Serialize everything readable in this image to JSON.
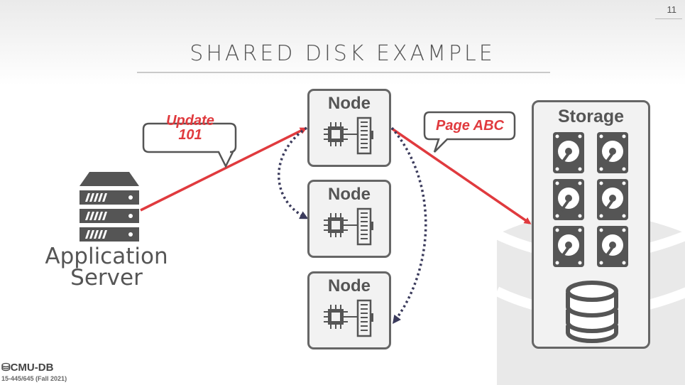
{
  "slide": {
    "number": "11",
    "title": "SHARED DISK EXAMPLE"
  },
  "app_server": {
    "label_line1": "Application",
    "label_line2": "Server",
    "icon": "server-rack-icon"
  },
  "nodes": [
    {
      "label": "Node",
      "icon": "cpu-memory-icon"
    },
    {
      "label": "Node",
      "icon": "cpu-memory-icon"
    },
    {
      "label": "Node",
      "icon": "cpu-memory-icon"
    }
  ],
  "storage": {
    "label": "Storage",
    "icons": [
      "hard-disk-icon",
      "database-icon"
    ]
  },
  "callouts": {
    "update": {
      "line1": "Update",
      "line2": "101"
    },
    "page": {
      "text": "Page ABC"
    }
  },
  "footer": {
    "logo": "CMU-DB",
    "course": "15-445/645 (Fall 2021)"
  },
  "colors": {
    "accent": "#e03a3e",
    "dotted": "#3b3b5c",
    "gray": "#666666"
  }
}
